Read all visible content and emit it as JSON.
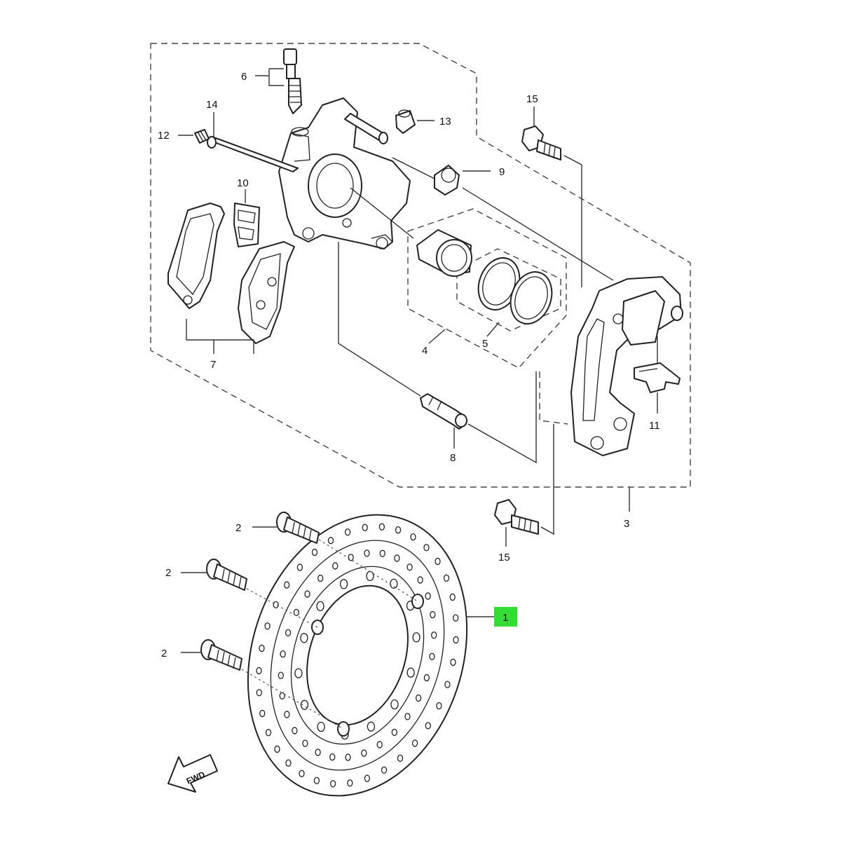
{
  "callouts": {
    "c1": "1",
    "c2a": "2",
    "c2b": "2",
    "c2c": "2",
    "c3": "3",
    "c4": "4",
    "c5": "5",
    "c6": "6",
    "c7": "7",
    "c8": "8",
    "c9": "9",
    "c10": "10",
    "c11": "11",
    "c12": "12",
    "c13": "13",
    "c14": "14",
    "c15a": "15",
    "c15b": "15"
  },
  "fwd_label": "FWD",
  "colors": {
    "highlight": "#33dd33",
    "line": "#222222"
  }
}
